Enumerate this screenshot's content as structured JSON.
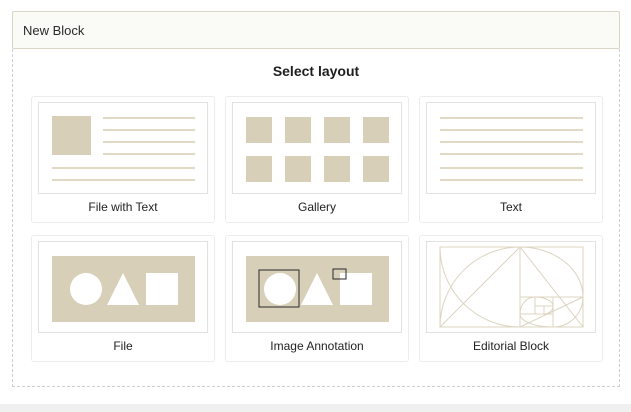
{
  "header": {
    "title": "New Block"
  },
  "panel": {
    "heading": "Select layout"
  },
  "layouts": [
    {
      "label": "File with Text",
      "icon": "file-with-text-icon"
    },
    {
      "label": "Gallery",
      "icon": "gallery-icon"
    },
    {
      "label": "Text",
      "icon": "text-icon"
    },
    {
      "label": "File",
      "icon": "file-shapes-icon"
    },
    {
      "label": "Image Annotation",
      "icon": "image-annotation-icon"
    },
    {
      "label": "Editorial Block",
      "icon": "golden-spiral-icon"
    }
  ],
  "colors": {
    "accent": "#d8cfb9",
    "line": "#e0d9c6",
    "stroke": "#dcd4c0"
  }
}
